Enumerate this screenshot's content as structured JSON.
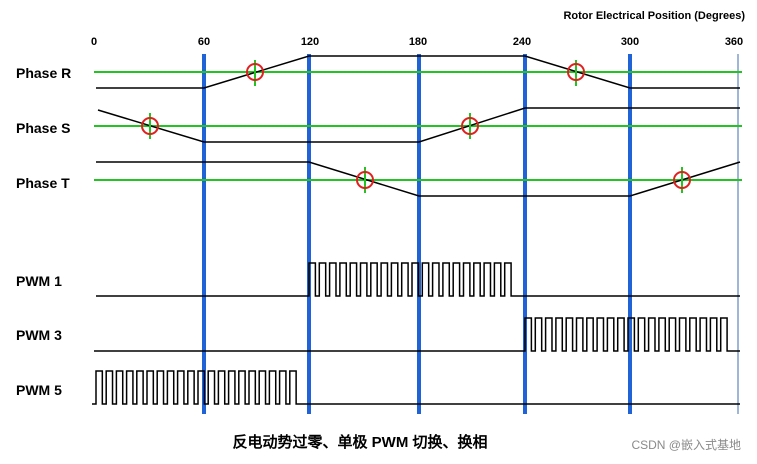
{
  "header": {
    "title": "Rotor Electrical Position (Degrees)"
  },
  "degrees": [
    "0",
    "60",
    "120",
    "180",
    "240",
    "300",
    "360"
  ],
  "rows": {
    "phase_r": "Phase R",
    "phase_s": "Phase S",
    "phase_t": "Phase T",
    "pwm1": "PWM 1",
    "pwm3": "PWM 3",
    "pwm5": "PWM 5"
  },
  "caption": "反电动势过零、单极 PWM 切换、换相",
  "watermark": "CSDN @嵌入式基地",
  "colors": {
    "sector_line": "#1f63d6",
    "zero_line": "#22c322",
    "crossing_circle": "#e02020",
    "waveform": "#000000"
  }
}
